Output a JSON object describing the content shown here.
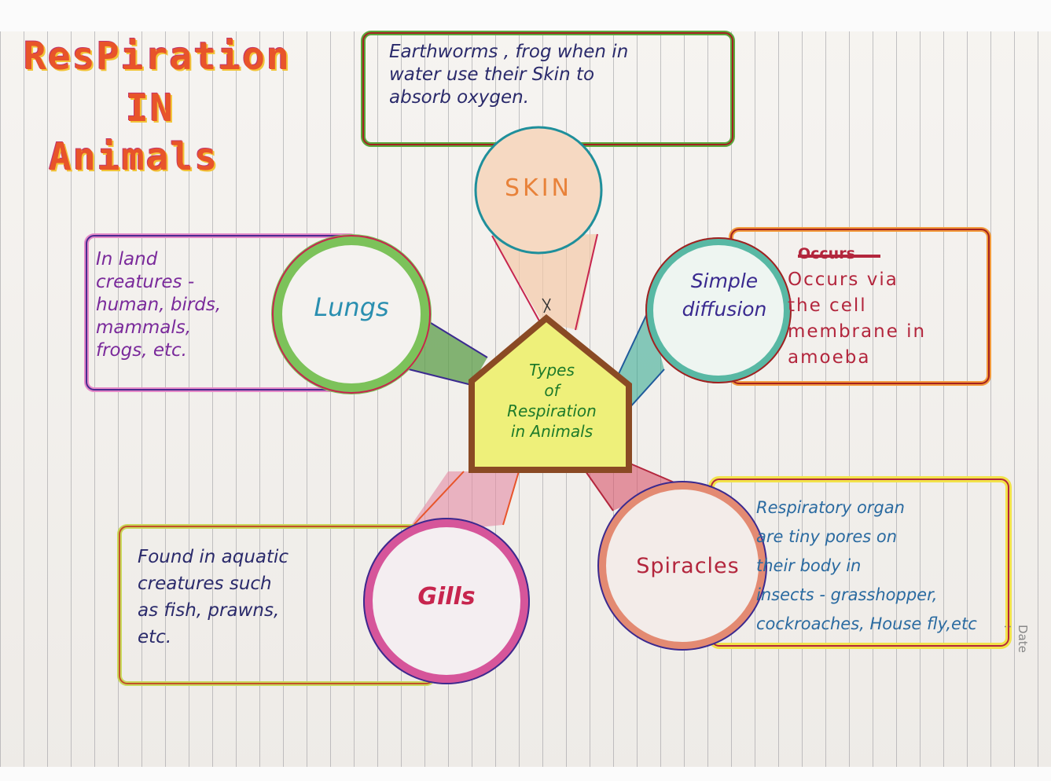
{
  "title": {
    "line1": "ResPiration",
    "line2": "IN",
    "line3": "Animals"
  },
  "center": {
    "label": "Types\nof\nRespiration\nin Animals"
  },
  "nodes": {
    "skin": {
      "label": "SKIN",
      "note": "Earthworms , frog when in\nwater use their Skin to\nabsorb oxygen."
    },
    "lungs": {
      "label": "Lungs",
      "note": "In land\ncreatures -\nhuman, birds,\nmammals,\nfrogs, etc."
    },
    "diffusion": {
      "label": "Simple\ndiffusion",
      "struck": "Occurs",
      "note": "Occurs via\nthe cell\nmembrane in\namoeba"
    },
    "gills": {
      "label": "Gills",
      "note": "Found in aquatic\ncreatures such\nas fish, prawns,\netc."
    },
    "spiracles": {
      "label": "Spiracles",
      "note": "Respiratory organ\nare tiny pores on\ntheir body in\ninsects - grasshopper,\ncockroaches, House fly,etc"
    }
  },
  "margin_text": "Date :",
  "colors": {
    "skin": "#1f8f9b",
    "lungs": "#2a9bb0",
    "diffusion": "#2aa58c",
    "gills": "#c7254e",
    "spiracles": "#b3263d",
    "title": "#e8542a"
  }
}
